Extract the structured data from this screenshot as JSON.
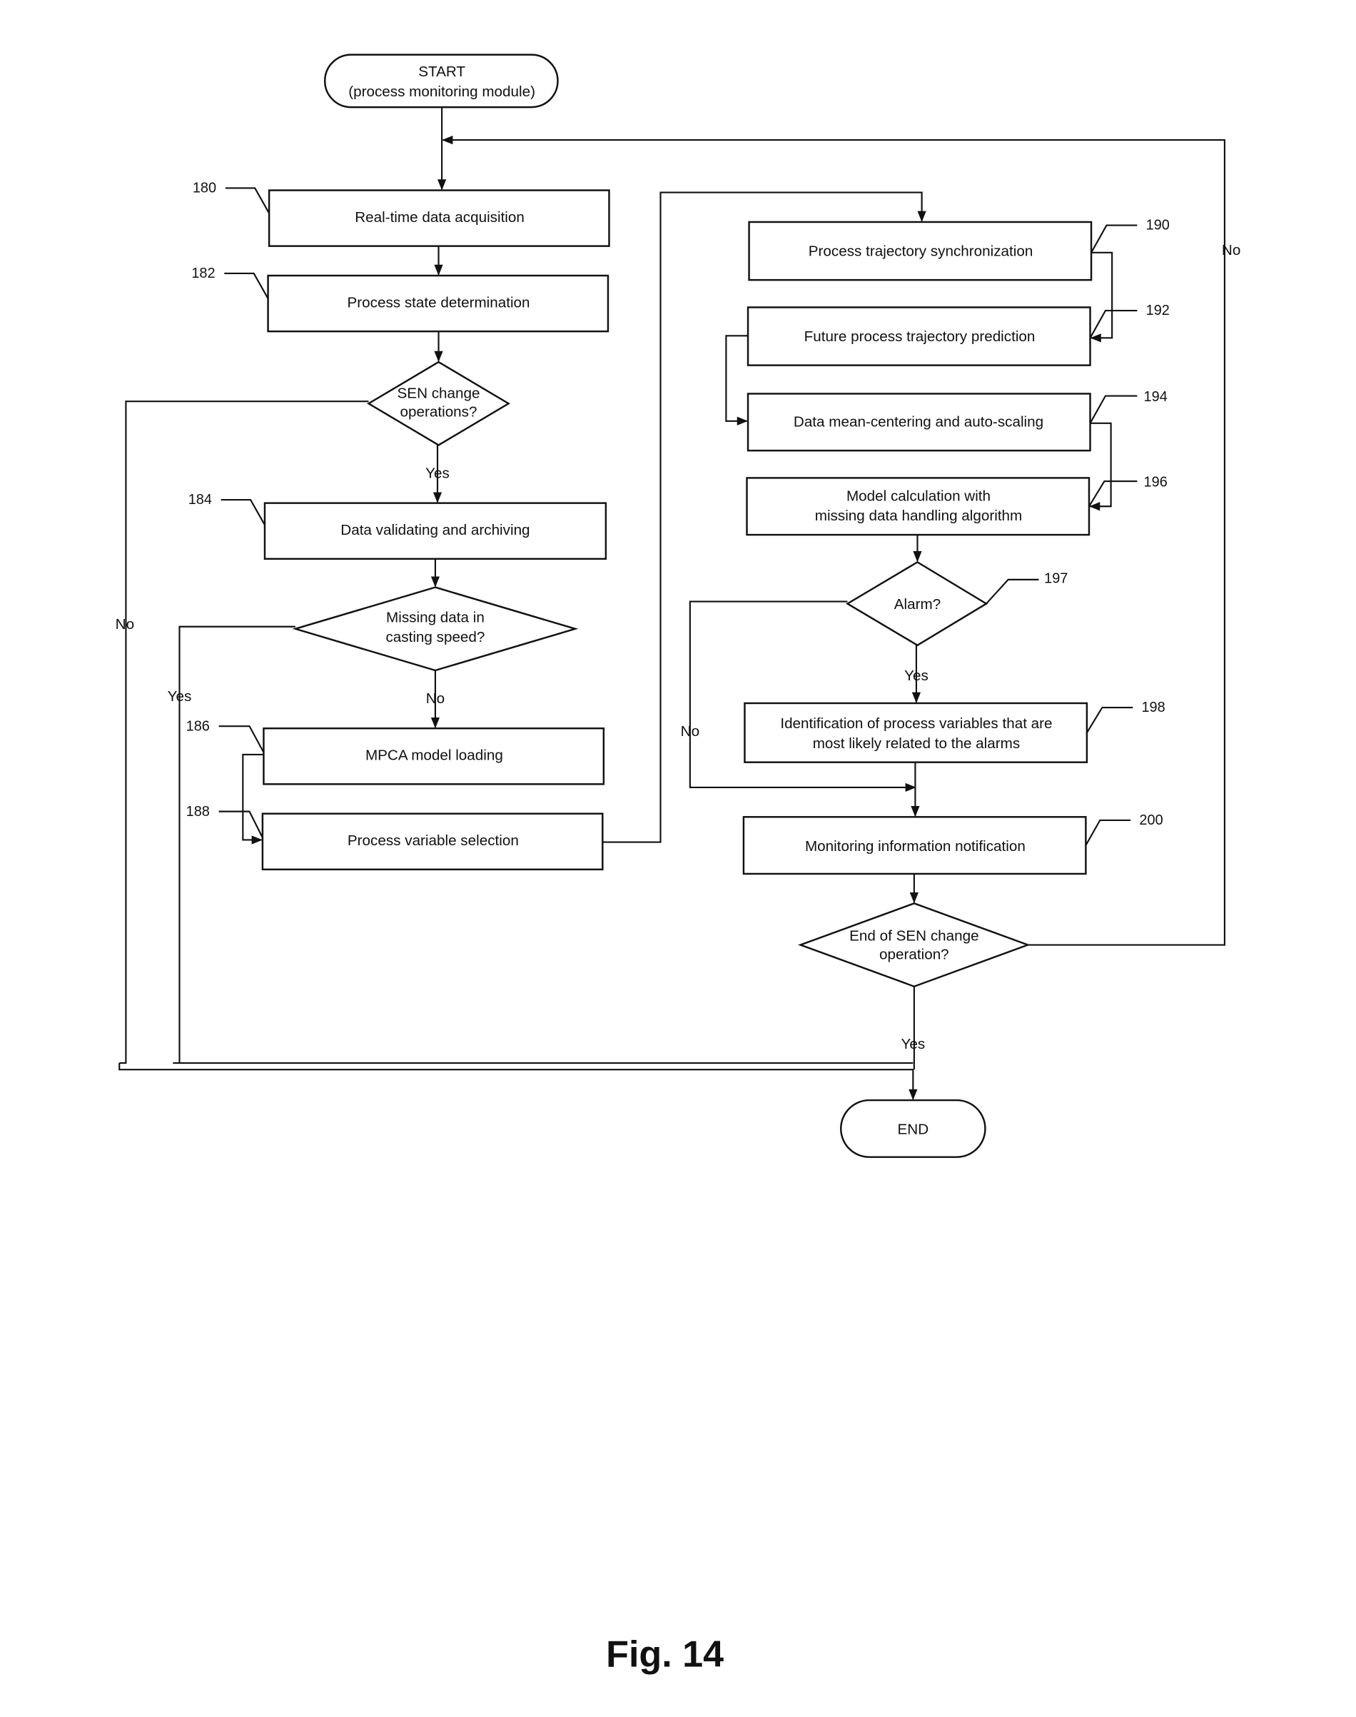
{
  "start": {
    "line1": "START",
    "line2": "(process monitoring module)"
  },
  "end": "END",
  "steps": {
    "s180": {
      "ref": "180",
      "label": "Real-time data acquisition"
    },
    "s182": {
      "ref": "182",
      "label": "Process state determination"
    },
    "s184": {
      "ref": "184",
      "label": "Data validating and archiving"
    },
    "s186": {
      "ref": "186",
      "label": "MPCA model loading"
    },
    "s188": {
      "ref": "188",
      "label": "Process variable selection"
    },
    "s190": {
      "ref": "190",
      "label": "Process trajectory synchronization"
    },
    "s192": {
      "ref": "192",
      "label": "Future process trajectory prediction"
    },
    "s194": {
      "ref": "194",
      "label": "Data mean-centering and auto-scaling"
    },
    "s196": {
      "ref": "196",
      "line1": "Model calculation with",
      "line2": "missing data handling algorithm"
    },
    "s198": {
      "ref": "198",
      "line1": "Identification of process variables that are",
      "line2": "most likely related to the alarms"
    },
    "s200": {
      "ref": "200",
      "label": "Monitoring information notification"
    }
  },
  "decisions": {
    "sen": {
      "line1": "SEN change",
      "line2": "operations?",
      "yes": "Yes",
      "no": "No"
    },
    "missing": {
      "line1": "Missing data in",
      "line2": "casting speed?",
      "yes": "Yes",
      "no": "No"
    },
    "alarm": {
      "ref": "197",
      "label": "Alarm?",
      "yes": "Yes",
      "no": "No"
    },
    "endsen": {
      "line1": "End of SEN change",
      "line2": "operation?",
      "yes": "Yes",
      "no": "No"
    }
  },
  "figure_caption": "Fig. 14"
}
